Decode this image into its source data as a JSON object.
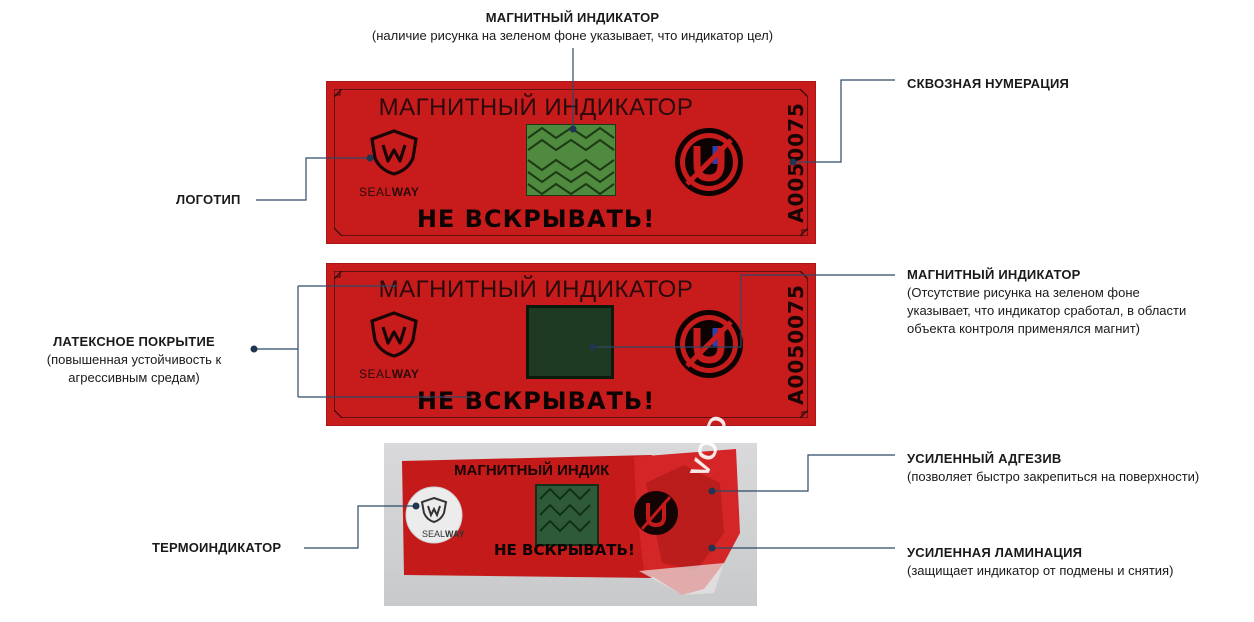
{
  "top_label": {
    "title": "МАГНИТНЫЙ ИНДИКАТОР",
    "desc": "(наличие рисунка на зеленом фоне указывает, что индикатор цел)"
  },
  "numbering_label": {
    "title": "СКВОЗНАЯ НУМЕРАЦИЯ"
  },
  "logo_label": {
    "title": "ЛОГОТИП"
  },
  "latex_label": {
    "title": "ЛАТЕКСНОЕ ПОКРЫТИЕ",
    "desc1": "(повышенная устойчивость к",
    "desc2": "агрессивным средам)"
  },
  "magnet_label_2": {
    "title": "МАГНИТНЫЙ ИНДИКАТОР",
    "desc1": "(Отсутствие рисунка на зеленом фоне",
    "desc2": "указывает, что индикатор  сработал, в области",
    "desc3": "объекта контроля применялся магнит)"
  },
  "adhesive_label": {
    "title": "УСИЛЕННЫЙ АДГЕЗИВ",
    "desc": "(позволяет быстро закрепиться на поверхности)"
  },
  "thermo_label": {
    "title": "ТЕРМОИНДИКАТОР"
  },
  "lamination_label": {
    "title": "УСИЛЕННАЯ ЛАМИНАЦИЯ",
    "desc": "(защищает индикатор от подмены и снятия)"
  },
  "seal": {
    "header": "МАГНИТНЫЙ ИНДИКАТОР",
    "warning": "НЕ ВСКРЫВАТЬ!",
    "number": "A0050075",
    "brand_seal": "SEAL",
    "brand_way": "WAY",
    "photo_header": "МАГНИТНЫЙ ИНДИК",
    "photo_warning": "НЕ ВСКРЫВАТЬ!",
    "void_text": "VOID"
  },
  "colors": {
    "seal_red": "#c81c1c",
    "indicator_green": "#4f8a3e",
    "indicator_dark": "#1f3a22",
    "connector": "#2c4a66"
  },
  "icons": [
    "shield-w-logo-icon",
    "no-magnet-icon",
    "void-pattern"
  ]
}
